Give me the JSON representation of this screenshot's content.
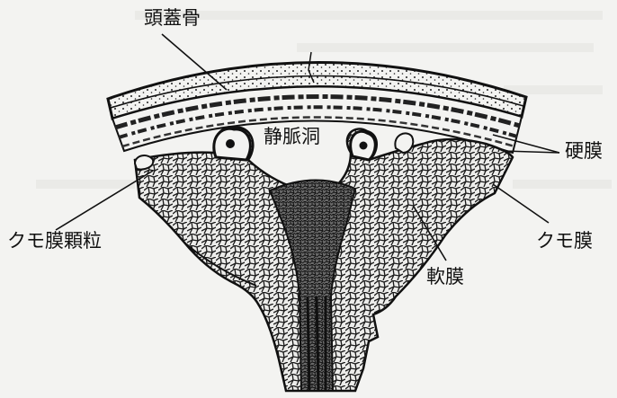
{
  "diagram": {
    "labels": {
      "skull": "頭蓋骨",
      "sinus": "静脈洞",
      "dura": "硬膜",
      "granulation": "クモ膜顆粒",
      "arachnoid": "クモ膜",
      "pia": "軟膜"
    }
  },
  "colors": {
    "ink": "#111111",
    "paper": "#f3f3f1"
  }
}
